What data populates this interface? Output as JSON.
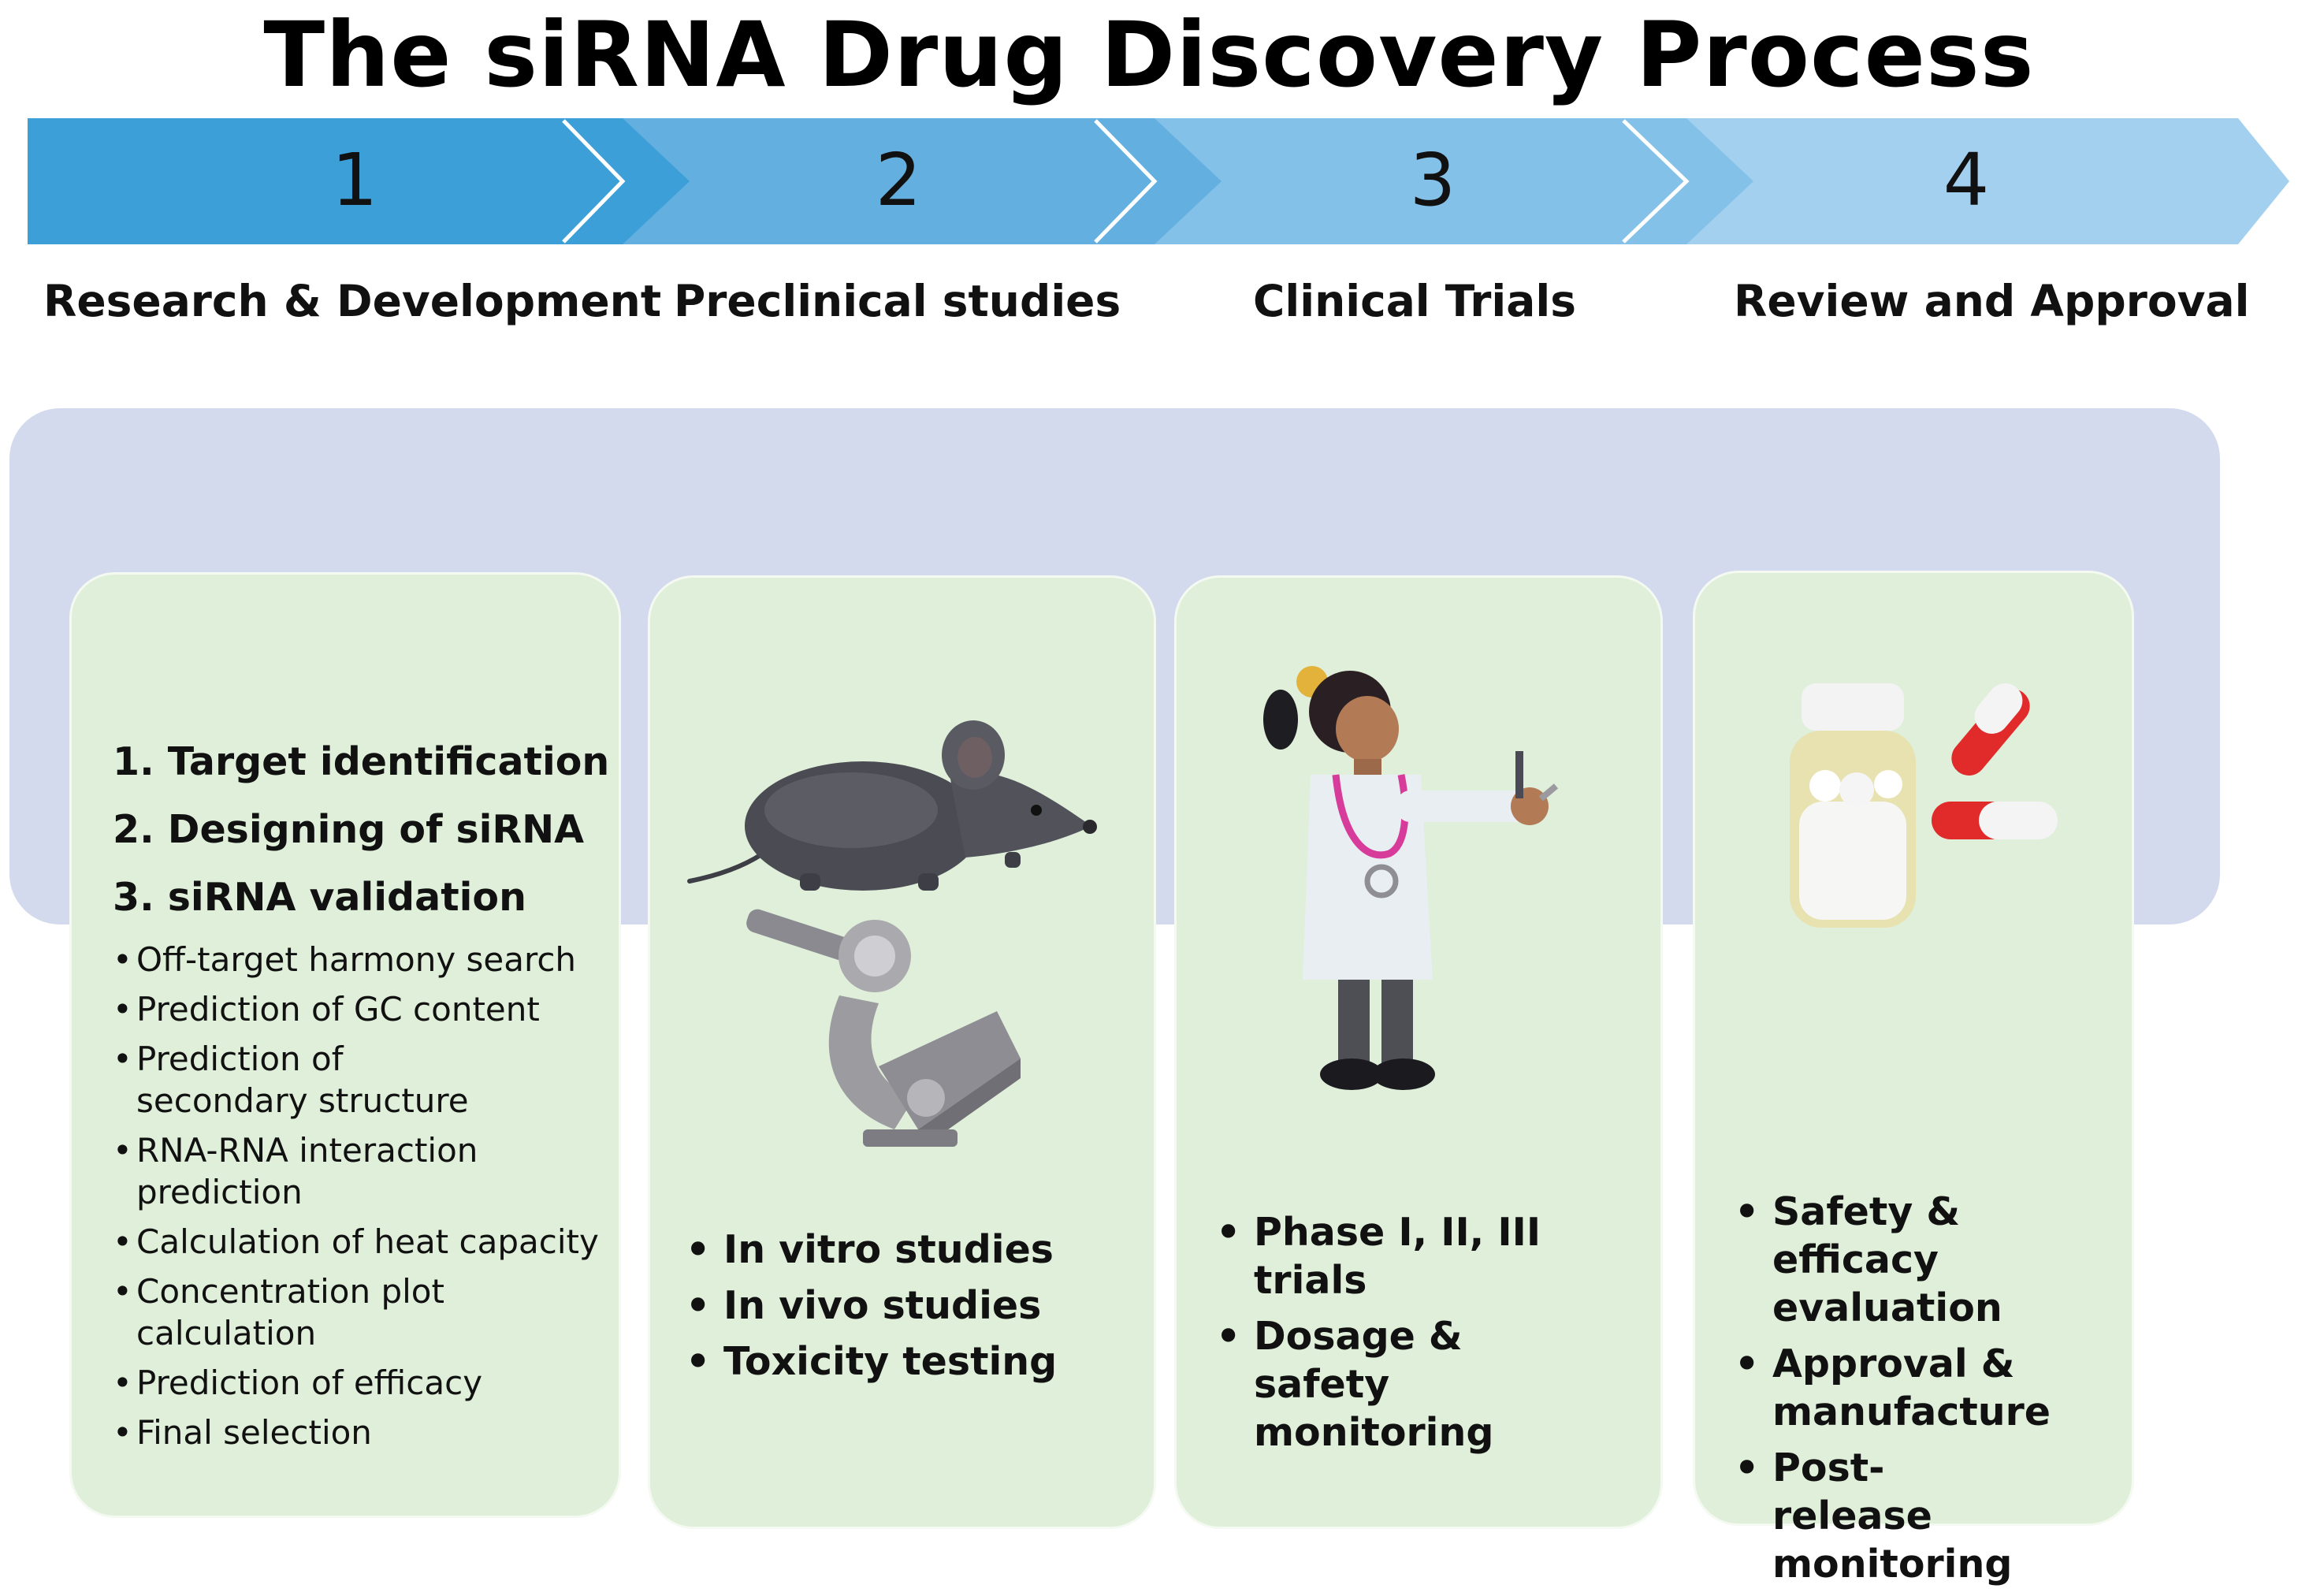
{
  "title": "The siRNA Drug Discovery Process",
  "colors": {
    "step1": "#3c9fd8",
    "step2": "#63b0e0",
    "step3": "#84c1e8",
    "step4": "#a3d0ee",
    "backdrop": "#d3daed",
    "card": "#dfefd9"
  },
  "steps": [
    {
      "number": "1",
      "label": "Research & Development",
      "headings": [
        "1. Target identification",
        "2. Designing of siRNA",
        "3. siRNA validation"
      ],
      "items": [
        "Off-target harmony search",
        "Prediction of GC content",
        "Prediction of secondary structure",
        "RNA-RNA interaction prediction",
        "Calculation of heat capacity",
        "Concentration plot calculation",
        "Prediction of efficacy",
        "Final selection"
      ]
    },
    {
      "number": "2",
      "label": "Preclinical studies",
      "items": [
        "In vitro studies",
        "In vivo studies",
        "Toxicity testing"
      ]
    },
    {
      "number": "3",
      "label": "Clinical Trials",
      "items": [
        "Phase I, II, III trials",
        "Dosage & safety monitoring"
      ]
    },
    {
      "number": "4",
      "label": "Review and Approval",
      "items": [
        "Safety & efficacy evaluation",
        "Approval & manufacture",
        "Post-release monitoring"
      ]
    }
  ],
  "illustrations": {
    "card2": [
      "mouse-illustration",
      "microscope-illustration"
    ],
    "card3": [
      "doctor-illustration"
    ],
    "card4": [
      "pill-bottle-illustration",
      "capsule-illustration"
    ]
  }
}
